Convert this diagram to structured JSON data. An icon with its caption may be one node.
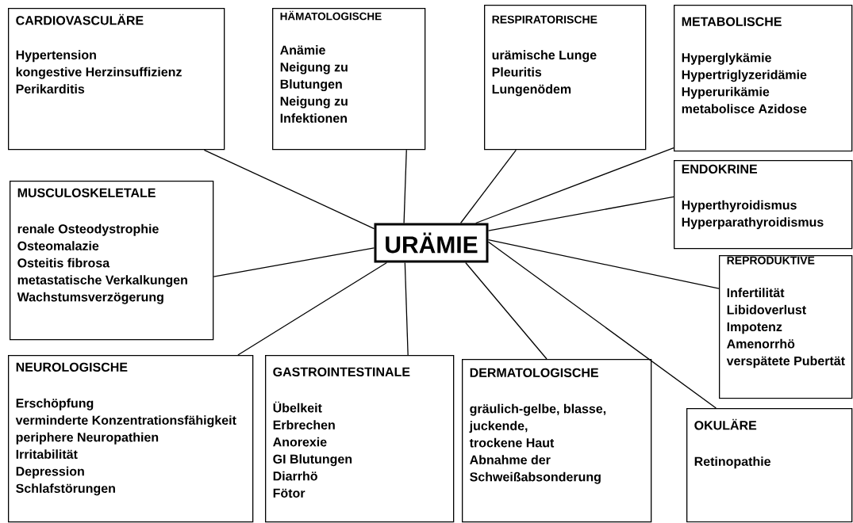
{
  "diagram": {
    "nodes": [
      {
        "text": [
          "URÄMIE"
        ]
      },
      {
        "text": [
          "CARDIOVASCULÄRE",
          "Hypertension",
          "kongestive Herzinsuffizienz",
          "Perikarditis"
        ]
      },
      {
        "text": [
          "HÄMATOLOGISCHE",
          "Anämie",
          "Neigung zu Blutungen",
          "Neigung zu Infektionen"
        ]
      },
      {
        "text": [
          "RESPIRATORISCHE",
          "urämische Lunge",
          "Pleuritis",
          "Lungenödem"
        ]
      },
      {
        "text": [
          "METABOLISCHE",
          "Hyperglykämie",
          "Hypertriglyzeridämie",
          "Hyperurikämie",
          "metabolisce Azidose"
        ]
      },
      {
        "text": [
          "ENDOKRINE",
          "Hyperthyroidismus",
          "Hyperparathyroidismus"
        ]
      },
      {
        "text": [
          "MUSCULOSKELETALE",
          "renale  Osteodystrophie",
          "Osteomalazie",
          "Osteitis fibrosa",
          "metastatische Verkalkungen",
          "Wachstumsverzögerung"
        ]
      },
      {
        "text": [
          "REPRODUKTIVE",
          "Infertilität",
          "Libidoverlust",
          "Impotenz",
          "Amenorrhö",
          "verspätete Pubertät"
        ]
      },
      {
        "text": [
          "NEUROLOGISCHE",
          "Erschöpfung",
          "verminderte Konzentrationsfähigkeit",
          "periphere Neuropathien",
          "Irritabilität",
          "Depression",
          "Schlafstörungen"
        ]
      },
      {
        "text": [
          "GASTROINTESTINALE",
          "Übelkeit",
          "Erbrechen",
          "Anorexie",
          "GI Blutungen",
          "Diarrhö",
          "Fötor"
        ]
      },
      {
        "text": [
          "DERMATOLOGISCHE",
          "gräulich-gelbe, blasse,",
          "juckende,",
          "trockene Haut",
          "Abnahme der Schweißabsonderung"
        ]
      },
      {
        "text": [
          "OKULÄRE",
          "Retinopathie"
        ]
      }
    ],
    "edges": [
      {
        "from": 0,
        "to": 1,
        "arrow": "none"
      },
      {
        "from": 0,
        "to": 2,
        "arrow": "none"
      },
      {
        "from": 0,
        "to": 3,
        "arrow": "none"
      },
      {
        "from": 0,
        "to": 4,
        "arrow": "none"
      },
      {
        "from": 0,
        "to": 5,
        "arrow": "none"
      },
      {
        "from": 0,
        "to": 6,
        "arrow": "none"
      },
      {
        "from": 0,
        "to": 7,
        "arrow": "none"
      },
      {
        "from": 0,
        "to": 8,
        "arrow": "none"
      },
      {
        "from": 0,
        "to": 9,
        "arrow": "none"
      },
      {
        "from": 0,
        "to": 10,
        "arrow": "none"
      },
      {
        "from": 0,
        "to": 11,
        "arrow": "none"
      }
    ]
  }
}
